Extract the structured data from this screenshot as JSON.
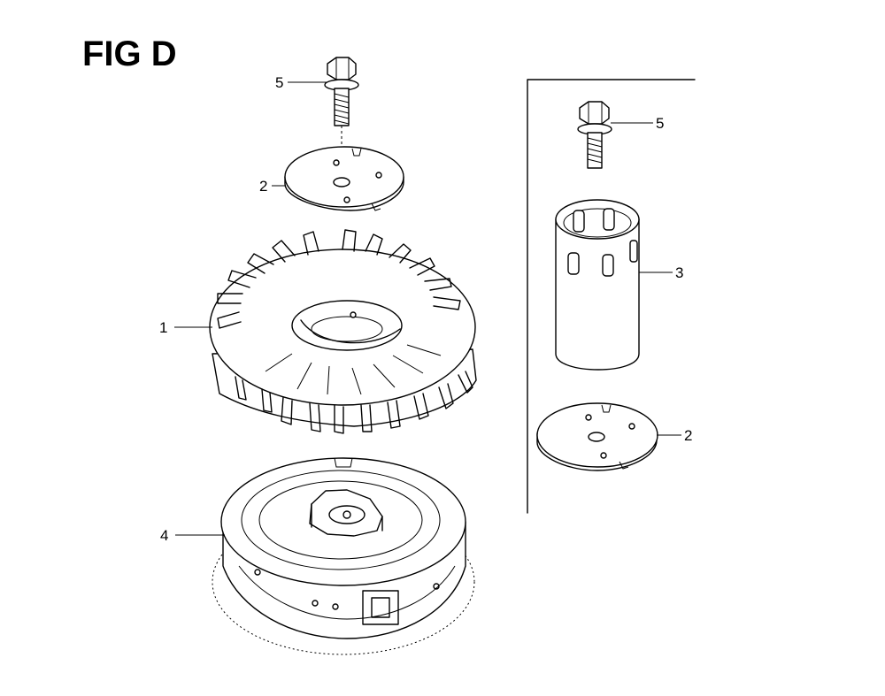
{
  "figure": {
    "title": "FIG D"
  },
  "callouts": {
    "bolt_left": "5",
    "plate_left": "2",
    "fan": "1",
    "flywheel": "4",
    "bolt_right": "5",
    "sleeve": "3",
    "plate_right": "2"
  }
}
